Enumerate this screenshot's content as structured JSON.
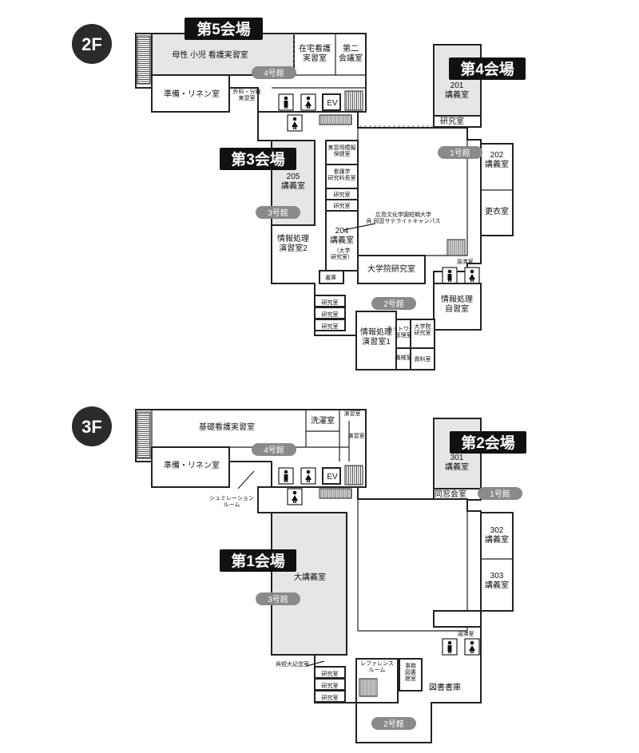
{
  "floors": [
    {
      "badge": "2F",
      "halls": [
        "第5会場",
        "第4会場",
        "第3会場"
      ],
      "buildings": [
        "4号館",
        "1号館",
        "3号館",
        "2号館"
      ],
      "rooms": {
        "boseishoni": "母性 小児 看護実習室",
        "zaitaku": "在宅看護\n実習室",
        "daini": "第二\n会議室",
        "junbi": "準備・リネン室",
        "geka": "外科・分娩\n実習室",
        "ev": "EV",
        "r201": "201\n講義室",
        "kenkyu_1": "研究室",
        "r205": "205\n講義室",
        "jisshu": "実習用模擬\n保健室",
        "kango": "看護学\n研究科長室",
        "kenkyu_2": "研究室",
        "kenkyu_3": "研究室",
        "r204": "204\n講義室",
        "r204_note": "（大学\n研究室）",
        "hiroshima": "広島文化学園短期大学\n呉 同窓サテライトキャンパス",
        "r202": "202\n講義室",
        "koui": "更衣室",
        "joho2": "情報処理\n演習室2",
        "daigakuin": "大学院研究室",
        "shoko": "書庫",
        "yutou": "湯沸室",
        "joho_jishu": "情報処理\n自習室",
        "kenkyu_4": "研究室",
        "kenkyu_5": "研究室",
        "kenkyu_6": "研究室",
        "joho1": "情報処理\n演習室1",
        "network": "ネットワーク\n管理室",
        "daigakuin2": "大学院\n研究室",
        "kikai": "機械室",
        "shiryo": "資料室"
      }
    },
    {
      "badge": "3F",
      "halls": [
        "第2会場",
        "第1会場"
      ],
      "buildings": [
        "4号館",
        "1号館",
        "3号館",
        "2号館"
      ],
      "rooms": {
        "kiso": "基礎看護実習室",
        "sentaku": "洗濯室",
        "enshu": "演習室",
        "enshu2": "演習室",
        "junbi": "準備・リネン室",
        "simulation": "シュミレーション\nルーム",
        "ev": "EV",
        "r301": "301\n講義室",
        "dousou": "同窓会室",
        "r302": "302\n講義室",
        "r303": "303\n講義室",
        "daikogi": "大講義室",
        "kure": "呉短大記念室",
        "kenkyu_1": "研究室",
        "kenkyu_2": "研究室",
        "kenkyu_3": "研究室",
        "reference": "レファレンス\nルーム",
        "jimu": "事務\n図書\n館室",
        "tosho": "図書書庫",
        "yutou": "湯沸室"
      }
    }
  ],
  "icons": [
    "restroom-male-icon",
    "restroom-female-icon",
    "stairs-icon"
  ]
}
